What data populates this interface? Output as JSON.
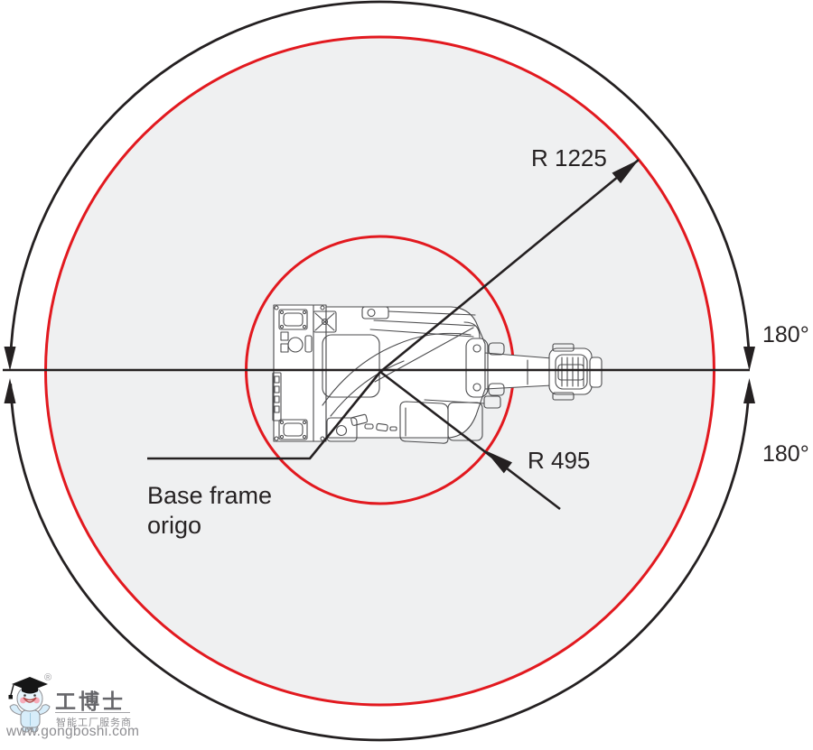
{
  "diagram": {
    "type": "robot-working-range-top-view",
    "outer_radius": {
      "label": "R 1225",
      "value": 1225
    },
    "inner_radius": {
      "label": "R 495",
      "value": 495
    },
    "rotation": {
      "top_label": "180°",
      "bottom_label": "180°",
      "degrees": 180
    },
    "origin": {
      "line1": "Base frame",
      "line2": "origo"
    },
    "colors": {
      "range_circle_red": "#e2191f",
      "outline_black": "#242021",
      "work_area_fill": "#eff0f1"
    }
  },
  "watermark": {
    "registered_symbol": "®",
    "brand": "工博士",
    "tagline": "智能工厂服务商",
    "url": "www.gongboshi.com"
  }
}
